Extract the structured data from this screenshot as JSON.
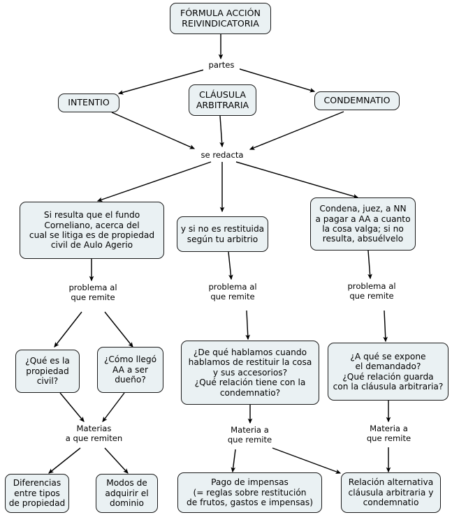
{
  "diagram": {
    "title": "Fórmula acción reivindicatoria - mapa conceptual",
    "colors": {
      "node_fill": "#eaf1f3",
      "node_border": "#1a1a1a",
      "edge": "#000000",
      "text": "#000000",
      "background": "#ffffff"
    },
    "nodes": [
      {
        "id": "formula",
        "text": "FÓRMULA ACCIÓN\nREIVINDICATORIA"
      },
      {
        "id": "intentio",
        "text": "INTENTIO"
      },
      {
        "id": "clausula",
        "text": "CLÁUSULA\nARBITRARIA"
      },
      {
        "id": "condemnatio",
        "text": "CONDEMNATIO"
      },
      {
        "id": "si-resulta",
        "text": "Si resulta que el fundo\nCorneliano, acerca del\ncual se litiga es de propiedad\ncivil de Aulo Agerio"
      },
      {
        "id": "y-si-no",
        "text": "y si no es restituida\nsegún tu arbitrio"
      },
      {
        "id": "condena",
        "text": "Condena, juez, a NN\na pagar a AA a cuanto\nla cosa valga; si no\nresulta, absuélvelo"
      },
      {
        "id": "q-propiedad",
        "text": "¿Qué es la\npropiedad\ncivil?"
      },
      {
        "id": "q-dueno",
        "text": "¿Cómo llegó\nAA a ser\ndueño?"
      },
      {
        "id": "q-restituir",
        "text": "¿De qué hablamos cuando\nhablamos de restituir la cosa\ny sus accesorios?\n¿Qué relación tiene con la\ncondemnatio?"
      },
      {
        "id": "q-demandado",
        "text": "¿A qué se expone\nel demandado?\n¿Qué relación guarda\ncon la cláusula arbitraria?"
      },
      {
        "id": "diferencias",
        "text": "Diferencias\nentre tipos\nde propiedad"
      },
      {
        "id": "modos",
        "text": "Modos de\nadquirir el\ndominio"
      },
      {
        "id": "impensas",
        "text": "Pago de impensas\n(= reglas sobre restitución\nde frutos, gastos e impensas)"
      },
      {
        "id": "relacion-alt",
        "text": "Relación alternativa\ncláusula arbitraria y\ncondemnatio"
      }
    ],
    "link_labels": [
      {
        "id": "partes",
        "text": "partes"
      },
      {
        "id": "se-redacta",
        "text": "se redacta"
      },
      {
        "id": "problema-1",
        "text": "problema al\nque remite"
      },
      {
        "id": "problema-2",
        "text": "problema al\nque remite"
      },
      {
        "id": "problema-3",
        "text": "problema al\nque remite"
      },
      {
        "id": "materias-1",
        "text": "Materias\na que remiten"
      },
      {
        "id": "materia-2",
        "text": "Materia a\nque remite"
      },
      {
        "id": "materia-3",
        "text": "Materia a\nque remite"
      }
    ]
  }
}
